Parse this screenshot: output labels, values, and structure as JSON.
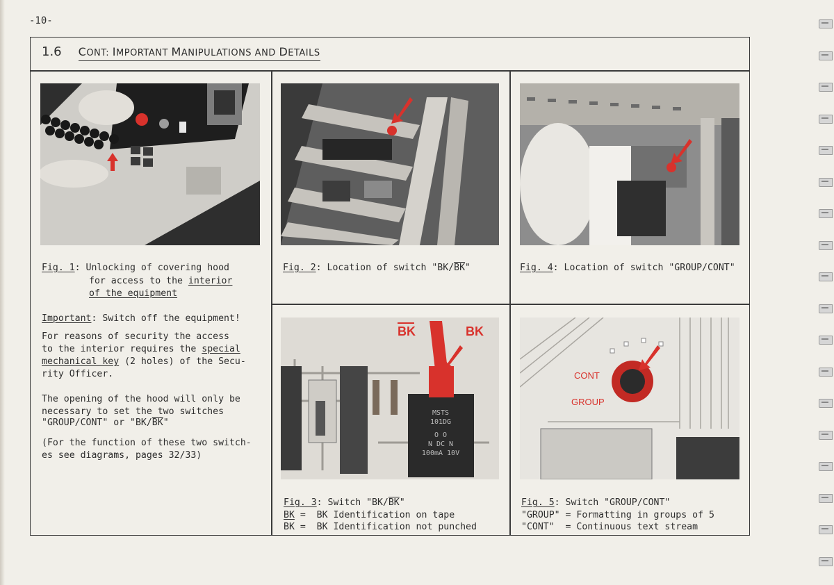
{
  "page_number": "-10-",
  "section": {
    "number": "1.6",
    "title_html": "<span class=\"cap\">C</span>ont: <span class=\"cap\">I</span>mportant <span class=\"cap\">M</span>anipulations and <span class=\"cap\">D</span>etails"
  },
  "fig1": {
    "label": "Fig. 1",
    "line1": ": Unlocking of covering hood",
    "line2a": "for access to the ",
    "line2b": "interior",
    "line3": "of the equipment"
  },
  "important": {
    "label": "Important",
    "text": ": Switch off the equipment!",
    "p1_l1": "For reasons of security the access",
    "p1_l2a": "to the interior requires the ",
    "p1_l2b": "special",
    "p1_l3a": "mechanical key",
    "p1_l3b": " (2 holes) of the Secu-",
    "p1_l4": "rity Officer.",
    "p2_l1": "The opening of the hood will only be",
    "p2_l2": "necessary to set the two switches",
    "p2_l3a": "\"GROUP/CONT\" or \"BK/",
    "p2_l3b": "BK",
    "p2_l3c": "\"",
    "p3_l1": "(For the function of these two switch-",
    "p3_l2": "es see diagrams, pages 32/33)"
  },
  "fig2": {
    "label": "Fig. 2",
    "text_a": ": Location of switch \"BK/",
    "text_b": "BK",
    "text_c": "\""
  },
  "fig3": {
    "label": "Fig. 3",
    "text_a": ": Switch \"BK/",
    "text_b": "BK",
    "text_c": "\"",
    "row1_key": "BK",
    "row1_val": " =  BK Identification on tape",
    "row2_key": "BK",
    "row2_val": " =  BK Identification not punched",
    "photo_label_left": "BK",
    "photo_label_right": "BK",
    "switch_marking": [
      "MSTS",
      "101DG",
      "O    O",
      "N DC N",
      "100mA 10V"
    ]
  },
  "fig4": {
    "label": "Fig. 4",
    "text": ": Location of switch \"GROUP/CONT\""
  },
  "fig5": {
    "label": "Fig. 5",
    "text": ": Switch \"GROUP/CONT\"",
    "row1": "\"GROUP\" = Formatting in groups of 5",
    "row2": "\"CONT\"  = Continuous text stream",
    "photo_label_cont": "CONT",
    "photo_label_group": "GROUP"
  },
  "colors": {
    "accent_red": "#d8322c",
    "ink": "#2d2d2d",
    "paper": "#f1efe9"
  }
}
